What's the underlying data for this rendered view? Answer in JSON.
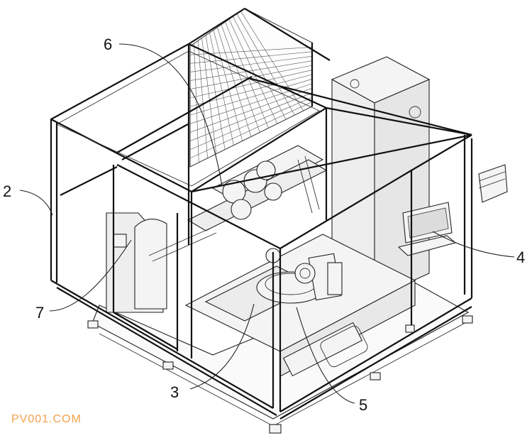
{
  "callouts": [
    {
      "id": "label-2",
      "text": "2"
    },
    {
      "id": "label-3",
      "text": "3"
    },
    {
      "id": "label-4",
      "text": "4"
    },
    {
      "id": "label-5",
      "text": "5"
    },
    {
      "id": "label-6",
      "text": "6"
    },
    {
      "id": "label-7",
      "text": "7"
    }
  ],
  "watermark": "PV001.COM",
  "colors": {
    "line": "#111111",
    "watermark": "#f0a04b",
    "background": "#ffffff"
  }
}
